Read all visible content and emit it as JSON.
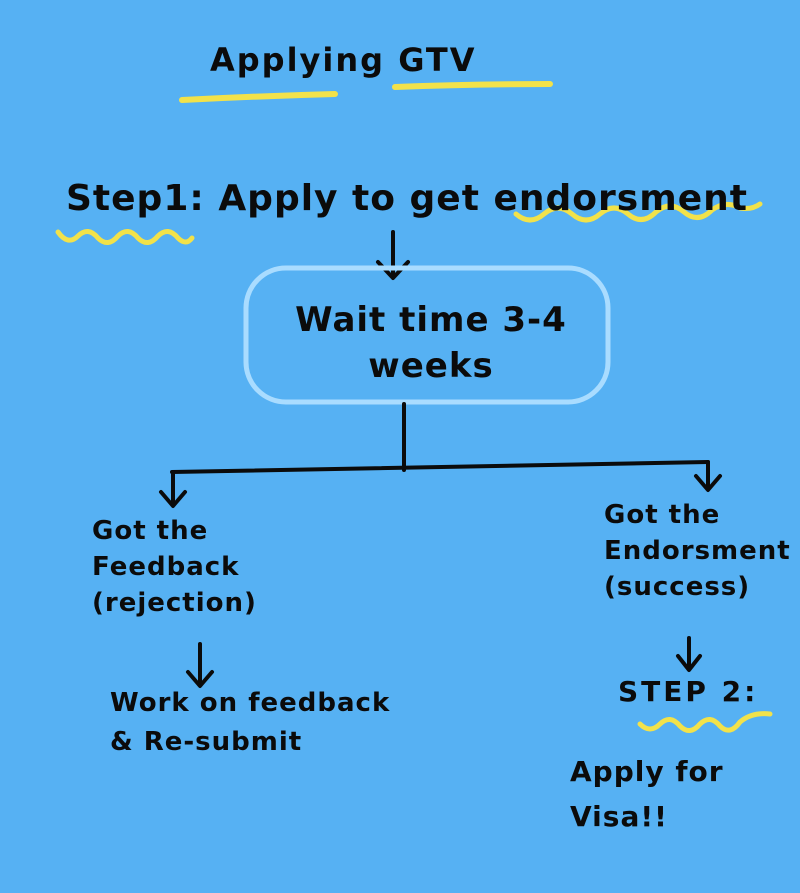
{
  "diagram": {
    "title": "Applying GTV",
    "step1": {
      "label": "Step1:",
      "text": " Apply to get ",
      "highlight": "endorsment"
    },
    "wait_box": {
      "line1": "Wait time 3-4",
      "line2": "weeks"
    },
    "left_branch": {
      "lines": [
        "Got the",
        "Feedback",
        "(rejection)"
      ],
      "action_lines": [
        "Work on feedback",
        "& Re-submit"
      ]
    },
    "right_branch": {
      "lines": [
        "Got the",
        "Endorsment",
        "(success)"
      ],
      "step2": "STEP 2:",
      "final_lines": [
        "Apply for",
        "Visa!!"
      ]
    },
    "colors": {
      "background": "#56b1f3",
      "ink": "#0b0b0b",
      "highlight": "#f2e24a",
      "box": "#a9dcff"
    }
  }
}
